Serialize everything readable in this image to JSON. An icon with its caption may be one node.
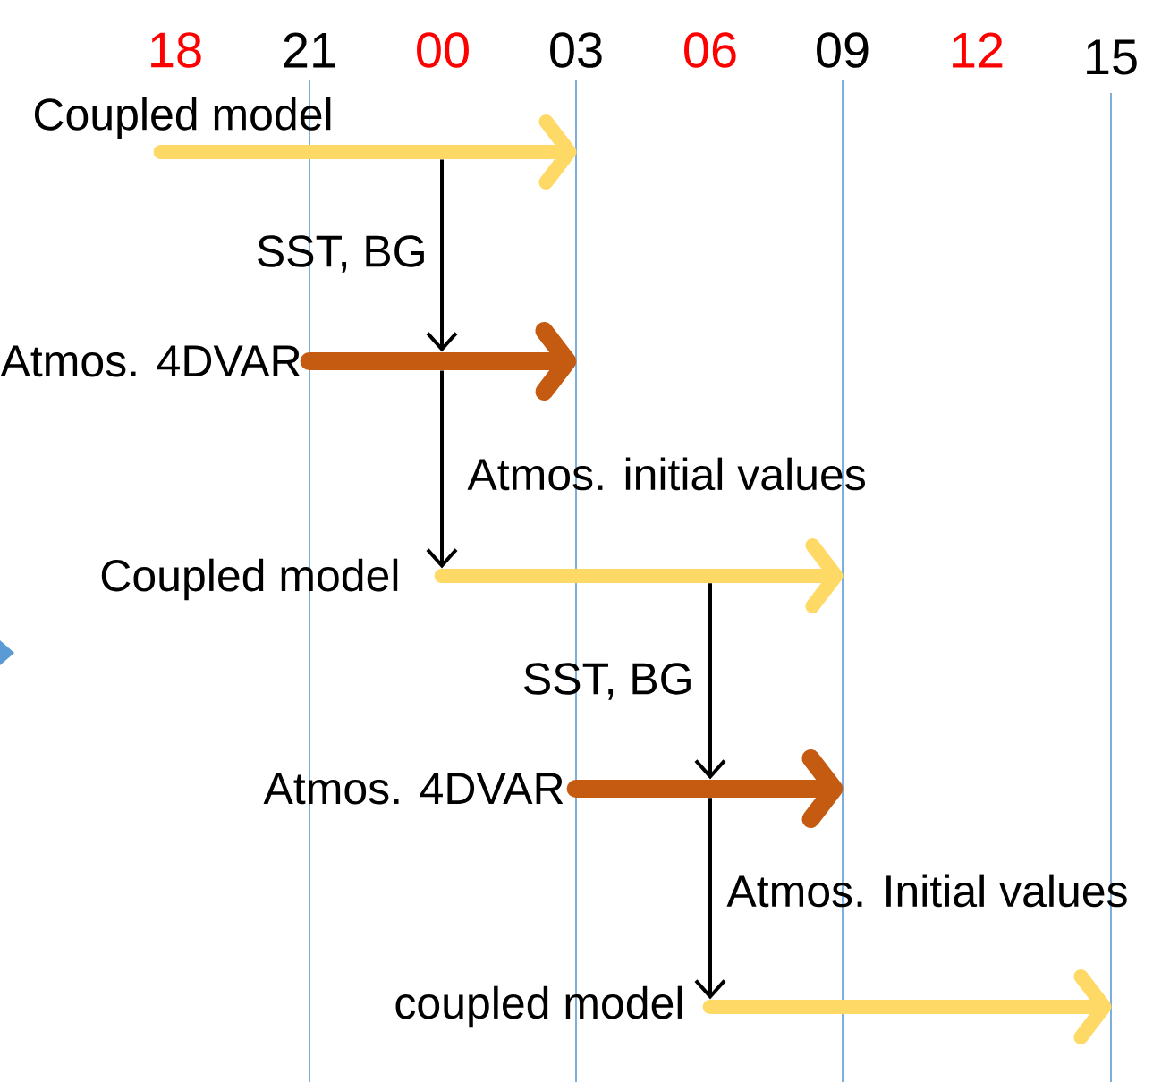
{
  "diagram": {
    "nodes": [
      {
        "text": [
          "Coupled model"
        ]
      },
      {
        "text": [
          "Atmos. 4DVAR"
        ]
      },
      {
        "text": [
          "Coupled model"
        ]
      },
      {
        "text": [
          "Atmos. 4DVAR"
        ]
      },
      {
        "text": [
          "coupled model"
        ]
      }
    ],
    "edges": [
      {
        "from": 0,
        "to": 1,
        "arrow": "to",
        "label": "SST, BG"
      },
      {
        "from": 1,
        "to": 2,
        "arrow": "to",
        "label": "Atmos. initial values"
      },
      {
        "from": 2,
        "to": 3,
        "arrow": "to",
        "label": "SST, BG"
      },
      {
        "from": 3,
        "to": 4,
        "arrow": "to",
        "label": "Atmos. Initial values"
      }
    ],
    "labels": [
      "18",
      "21",
      "00",
      "03",
      "06",
      "09",
      "12",
      "15"
    ]
  }
}
